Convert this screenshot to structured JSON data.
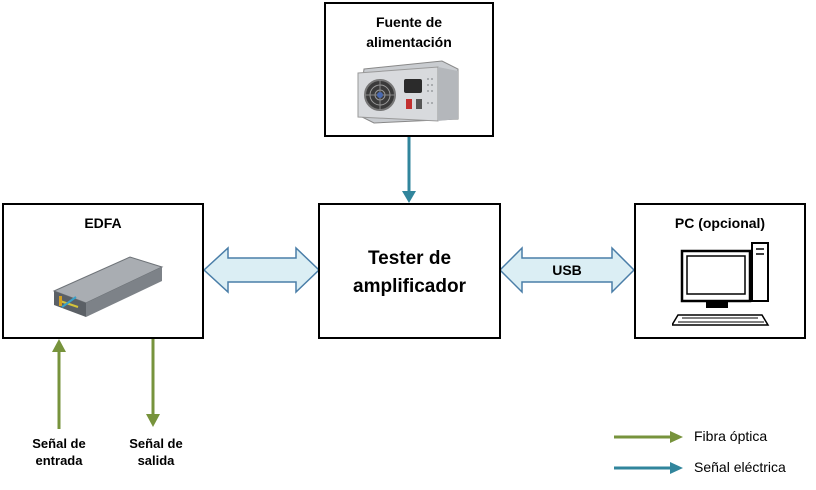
{
  "boxes": {
    "power_supply": {
      "title_line1": "Fuente de",
      "title_line2": "alimentación"
    },
    "edfa": {
      "title": "EDFA"
    },
    "tester": {
      "title_line1": "Tester de",
      "title_line2": "amplificador"
    },
    "pc": {
      "title": "PC (opcional)"
    }
  },
  "connections": {
    "usb_label": "USB"
  },
  "signals": {
    "input_line1": "Señal de",
    "input_line2": "entrada",
    "output_line1": "Señal de",
    "output_line2": "salida"
  },
  "legend": {
    "fiber": "Fibra óptica",
    "electric": "Señal eléctrica"
  },
  "colors": {
    "fiber": "#77933c",
    "electric": "#31859c",
    "double_arrow_fill": "#dbeef4",
    "double_arrow_stroke": "#4a7ea8"
  }
}
